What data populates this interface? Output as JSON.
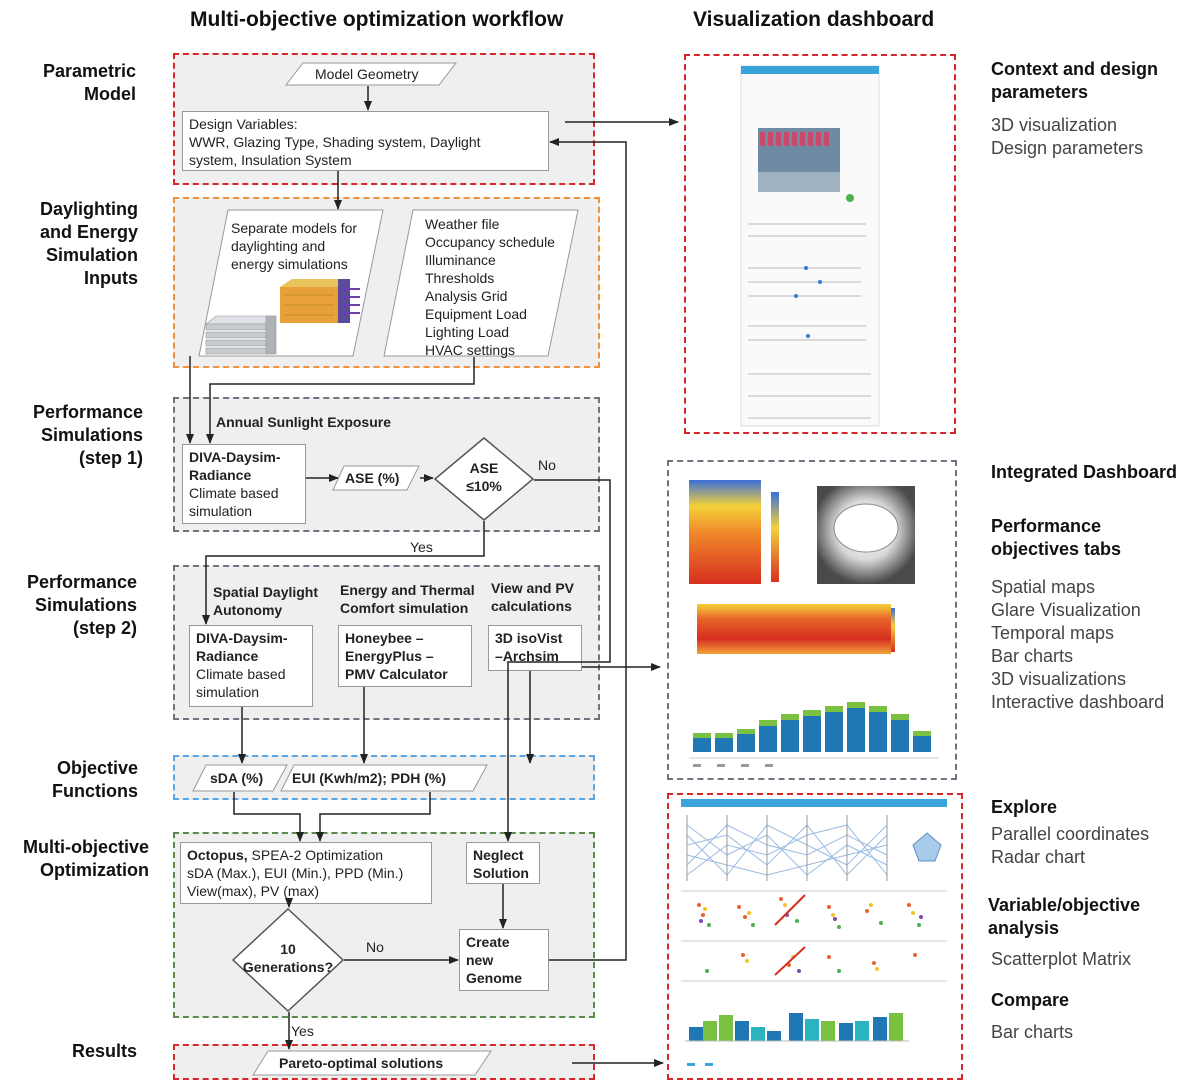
{
  "headings": {
    "left": "Multi-objective optimization workflow",
    "right": "Visualization dashboard"
  },
  "stages": {
    "parametric": [
      "Parametric",
      "Model"
    ],
    "inputs": [
      "Daylighting",
      "and Energy",
      "Simulation",
      "Inputs"
    ],
    "perf1": [
      "Performance",
      "Simulations",
      "(step 1)"
    ],
    "perf2": [
      "Performance",
      "Simulations",
      "(step 2)"
    ],
    "objective": [
      "Objective",
      "Functions"
    ],
    "moo": [
      "Multi-objective",
      "Optimization"
    ],
    "results": "Results"
  },
  "parametric": {
    "geometry": "Model Geometry",
    "variables_title": "Design Variables:",
    "variables": [
      "WWR, Glazing Type, Shading system, Daylight",
      "system, Insulation System"
    ]
  },
  "inputs": {
    "models": [
      "Separate models for",
      "daylighting and",
      "energy simulations"
    ],
    "list": [
      "Weather file",
      "Occupancy schedule",
      "Illuminance",
      "Thresholds",
      "Analysis Grid",
      "Equipment Load",
      "Lighting Load",
      "HVAC settings"
    ]
  },
  "step1": {
    "title": "Annual Sunlight Exposure",
    "tool": [
      "DIVA-Daysim-",
      "Radiance"
    ],
    "tool_desc": [
      "Climate based",
      "simulation"
    ],
    "ase": "ASE (%)",
    "decision": [
      "ASE",
      "≤10%"
    ],
    "no": "No",
    "yes": "Yes"
  },
  "step2": {
    "col1_title": [
      "Spatial Daylight",
      "Autonomy"
    ],
    "col2_title": [
      "Energy and Thermal",
      "Comfort simulation"
    ],
    "col3_title": [
      "View and PV",
      "calculations"
    ],
    "tool1": [
      "DIVA-Daysim-",
      "Radiance"
    ],
    "tool1_desc": [
      "Climate based",
      "simulation"
    ],
    "tool2": [
      "Honeybee –",
      "EnergyPlus –",
      "PMV Calculator"
    ],
    "tool3": [
      "3D isoVist",
      "–Archsim"
    ]
  },
  "objectives": {
    "sda": "sDA (%)",
    "eui": "EUI (Kwh/m2); PDH (%)"
  },
  "moo": {
    "octopus": "Octopus,",
    "spea": " SPEA-2 Optimization",
    "line2": "sDA (Max.), EUI (Min.), PPD (Min.)",
    "line3": "View(max), PV (max)",
    "decision": [
      "10",
      "Generations?"
    ],
    "no": "No",
    "yes": "Yes",
    "neglect": [
      "Neglect",
      "Solution"
    ],
    "create": [
      "Create",
      "new",
      "Genome"
    ]
  },
  "results": {
    "pareto": "Pareto-optimal solutions"
  },
  "right": {
    "context_title": [
      "Context and design",
      "parameters"
    ],
    "context_items": [
      "3D visualization",
      "Design parameters"
    ],
    "integrated": "Integrated Dashboard",
    "perf_title": [
      "Performance",
      "objectives tabs"
    ],
    "perf_items": [
      "Spatial maps",
      "Glare Visualization",
      "Temporal maps",
      "Bar charts",
      "3D visualizations",
      "Interactive dashboard"
    ],
    "explore": "Explore",
    "explore_items": [
      "Parallel coordinates",
      "Radar chart"
    ],
    "varobj_title": [
      "Variable/objective",
      "analysis"
    ],
    "varobj_items": [
      "Scatterplot Matrix"
    ],
    "compare": "Compare",
    "compare_items": [
      "Bar charts"
    ]
  },
  "colors": {
    "red": "#d9262b",
    "orange": "#f0923c",
    "gray": "#6e7480",
    "blue": "#5aa5e4",
    "green": "#5c8a4a",
    "bar_blue": "#1f78b4",
    "bar_green": "#7ac142",
    "bar_teal": "#2bb3c0"
  }
}
